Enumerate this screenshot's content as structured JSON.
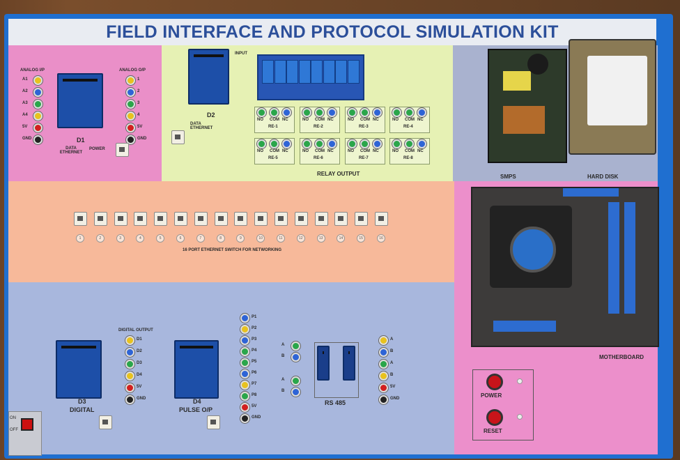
{
  "title": "FIELD INTERFACE AND PROTOCOL SIMULATION KIT",
  "d1": {
    "analog_ip": "ANALOG I/P",
    "analog_op": "ANALOG O/P",
    "in_pins": [
      "A1",
      "A2",
      "A3",
      "A4",
      "5V",
      "GND"
    ],
    "out_pins": [
      "1",
      "2",
      "3",
      "4",
      "5V",
      "GND"
    ],
    "board": "D1",
    "data_ethernet": "DATA ETHERNET",
    "power": "POWER"
  },
  "d2": {
    "input": "INPUT",
    "board": "D2",
    "data_ethernet": "DATA ETHERNET"
  },
  "relays": {
    "terminals": [
      "NO",
      "COM",
      "NC"
    ],
    "labels": [
      "RE-1",
      "RE-2",
      "RE-3",
      "RE-4",
      "RE-5",
      "RE-6",
      "RE-7",
      "RE-8"
    ],
    "caption": "RELAY OUTPUT"
  },
  "smps": "SMPS",
  "hard_disk": "HARD DISK",
  "switch": {
    "ports": [
      "1",
      "2",
      "3",
      "4",
      "5",
      "6",
      "7",
      "8",
      "9",
      "10",
      "11",
      "12",
      "13",
      "14",
      "15",
      "16"
    ],
    "caption": "16 PORT ETHERNET SWITCH FOR NETWORKING"
  },
  "motherboard": "MOTHERBOARD",
  "d3": {
    "digital_output": "DIGITAL OUTPUT",
    "pins": [
      "D1",
      "D2",
      "D3",
      "D4",
      "5V",
      "GND"
    ],
    "board": "D3",
    "sub": "DIGITAL"
  },
  "d4": {
    "pins": [
      "P1",
      "P2",
      "P3",
      "P4",
      "P5",
      "P6",
      "P7",
      "P8",
      "5V",
      "GND"
    ],
    "board": "D4",
    "sub": "PULSE O/P"
  },
  "rs485": {
    "left_pins": [
      "A",
      "B",
      "A",
      "B"
    ],
    "caption": "RS 485",
    "right_pins": [
      "A",
      "B",
      "A",
      "B",
      "5V",
      "GND"
    ]
  },
  "controls": {
    "power": "POWER",
    "reset": "RESET"
  },
  "mains": {
    "on": "ON",
    "off": "OFF"
  }
}
